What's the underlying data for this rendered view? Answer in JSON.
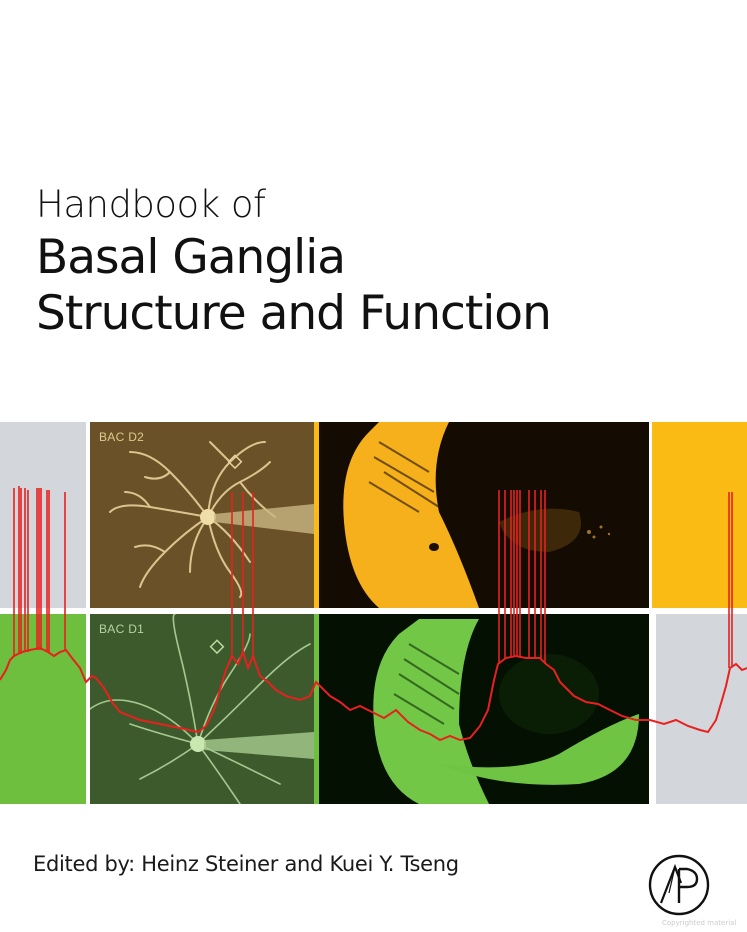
{
  "cover": {
    "title_line1": "Handbook of",
    "title_line2": "Basal Ganglia",
    "title_line3": "Structure and Function",
    "editors": "Edited by: Heinz Steiner and Kuei Y. Tseng",
    "publisher_logo": "AP",
    "watermark": "Copyrighted material"
  },
  "figure": {
    "panel_top_label": "BAC D2",
    "panel_bottom_label": "BAC D1",
    "colors": {
      "grey": "#d3d7dc",
      "yellow": "#fbbb15",
      "light_green": "#6fbf3f",
      "d2_brown": "#6b5128",
      "d1_green": "#3d5a2d",
      "trace_red": "#e8201e"
    }
  }
}
